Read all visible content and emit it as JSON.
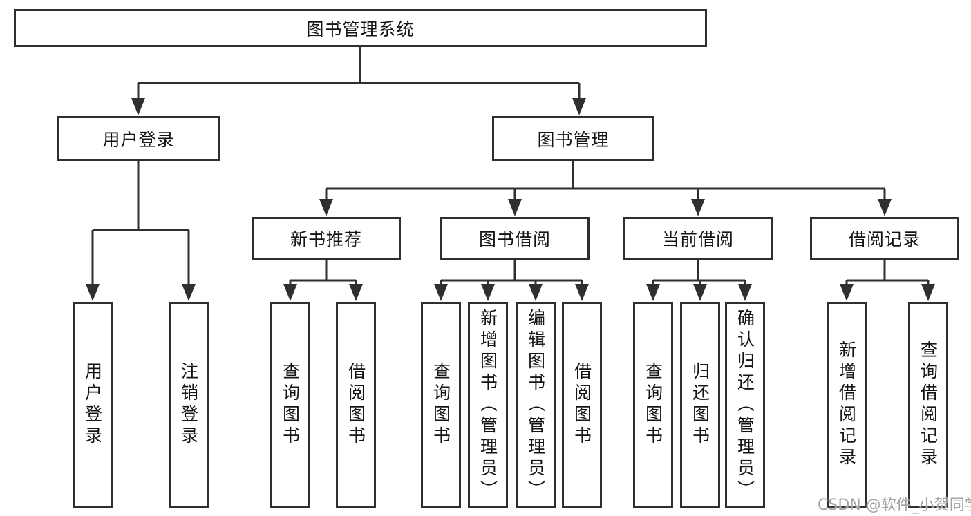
{
  "colors": {
    "line": "#2f2f2f",
    "text": "#141414",
    "background": "#ffffff",
    "watermark": "#a3a3a3"
  },
  "watermark": "CSDN @软件_小贺同学",
  "tree": {
    "root": {
      "label": "图书管理系统"
    },
    "branches": [
      {
        "label": "用户登录",
        "children": [
          {
            "label": "用户登录"
          },
          {
            "label": "注销登录"
          }
        ]
      },
      {
        "label": "图书管理",
        "children": [
          {
            "label": "新书推荐",
            "children": [
              {
                "label": "查询图书"
              },
              {
                "label": "借阅图书"
              }
            ]
          },
          {
            "label": "图书借阅",
            "children": [
              {
                "label": "查询图书"
              },
              {
                "label": "新增图书（管理员）"
              },
              {
                "label": "编辑图书（管理员）"
              },
              {
                "label": "借阅图书"
              }
            ]
          },
          {
            "label": "当前借阅",
            "children": [
              {
                "label": "查询图书"
              },
              {
                "label": "归还图书"
              },
              {
                "label": "确认归还（管理员）"
              }
            ]
          },
          {
            "label": "借阅记录",
            "children": [
              {
                "label": "新增借阅记录"
              },
              {
                "label": "查询借阅记录"
              }
            ]
          }
        ]
      }
    ]
  }
}
